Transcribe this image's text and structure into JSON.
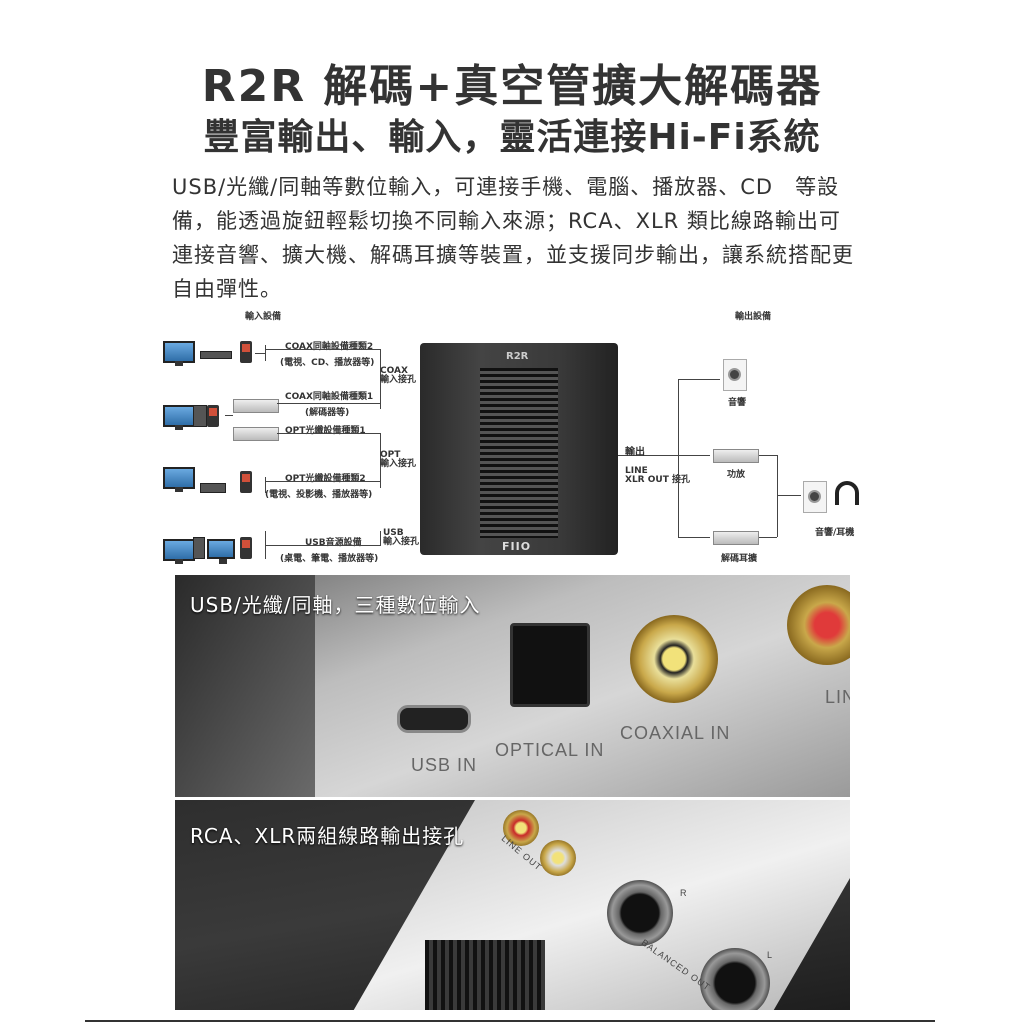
{
  "header": {
    "title_line1": "R2R 解碼+真空管擴大解碼器",
    "title_line2": "豐富輸出、輸入，靈活連接Hi-Fi系統"
  },
  "intro": {
    "text": "USB/光纖/同軸等數位輸入，可連接手機、電腦、播放器、CD　等設備，能透過旋鈕輕鬆切換不同輸入來源；RCA、XLR 類比線路輸出可連接音響、擴大機、解碼耳擴等裝置，並支援同步輸出，讓系統搭配更自由彈性。"
  },
  "diagram": {
    "input_header": "輸入設備",
    "output_header": "輸出設備",
    "coax2": "COAX同軸設備種類2",
    "coax2_sub": "(電視、CD、播放器等)",
    "coax_port": "COAX\n輸入接孔",
    "coax1": "COAX同軸設備種類1",
    "coax1_sub": "(解碼器等)",
    "opt1": "OPT光纖設備種類1",
    "opt_port": "OPT\n輸入接孔",
    "opt2": "OPT光纖設備種類2",
    "opt2_sub": "(電視、投影機、播放器等)",
    "usb": "USB音源設備",
    "usb_sub": "(桌電、筆電、播放器等)",
    "usb_port": "USB\n輸入接孔",
    "output_label": "輸出",
    "line_xlr": "LINE\nXLR OUT 接孔",
    "speaker_label": "音響",
    "amp_label": "功放",
    "speaker_headphone_label": "音響/耳機",
    "dac_amp_label": "解碼耳擴",
    "device_logo": "FIIO",
    "device_badge": "R2R"
  },
  "photo1": {
    "caption": "USB/光纖/同軸，三種數位輸入",
    "port_usb": "USB IN",
    "port_optical": "OPTICAL IN",
    "port_coaxial": "COAXIAL IN",
    "port_line": "LIN"
  },
  "photo2": {
    "caption": "RCA、XLR兩組線路輸出接孔",
    "line_out": "LINE OUT",
    "balanced_out": "BALANCED OUT",
    "r": "R",
    "l": "L"
  }
}
